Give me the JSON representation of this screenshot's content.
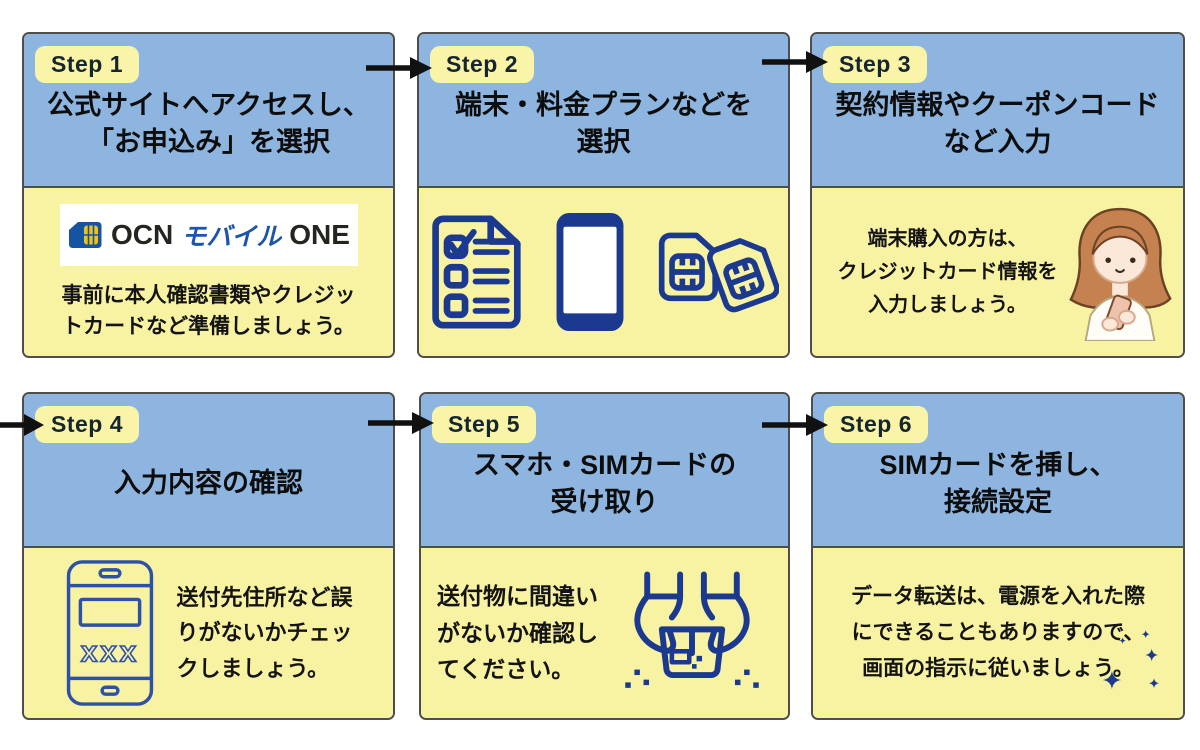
{
  "colors": {
    "header_blue": "#8db5df",
    "panel_yellow": "#f8f2a3",
    "badge_yellow": "#faf4a8",
    "border_gray": "#4e4e4e",
    "icon_navy": "#1b3a8f",
    "phone_outline_blue": "#2e51a8",
    "arrow_black": "#111111",
    "logo_blue": "#1a56ac",
    "logo_dark": "#26241f"
  },
  "steps": [
    {
      "badge": "Step 1",
      "title_lines": [
        "公式サイトへアクセスし、",
        "「お申込み」を選択"
      ],
      "body_lines": [
        "事前に本人確認書類やクレジッ",
        "トカードなど準備しましょう。"
      ],
      "logo": {
        "prefix": "OCN",
        "katakana": "モバイル",
        "suffix": "ONE"
      },
      "icons": [
        "sim-card-logo-icon"
      ]
    },
    {
      "badge": "Step 2",
      "title_lines": [
        "端末・料金プランなどを",
        "選択"
      ],
      "icons": [
        "checklist-icon",
        "smartphone-icon",
        "sim-cards-icon"
      ]
    },
    {
      "badge": "Step 3",
      "title_lines": [
        "契約情報やクーポンコード",
        "など入力"
      ],
      "body_lines": [
        "端末購入の方は、",
        "クレジットカード情報を",
        "入力しましょう。"
      ],
      "icons": [
        "woman-with-phone-illustration"
      ]
    },
    {
      "badge": "Step 4",
      "title_lines": [
        "入力内容の確認"
      ],
      "body_lines": [
        "送付先住所など誤",
        "りがないかチェッ",
        "クしましょう。"
      ],
      "phone_label": "xxx",
      "icons": [
        "smartphone-confirm-icon"
      ]
    },
    {
      "badge": "Step 5",
      "title_lines": [
        "スマホ・SIMカードの",
        "受け取り"
      ],
      "body_lines": [
        "送付物に間違い",
        "がないか確認し",
        "てください。"
      ],
      "icons": [
        "hands-holding-package-icon"
      ]
    },
    {
      "badge": "Step 6",
      "title_lines": [
        "SIMカードを挿し、",
        "接続設定"
      ],
      "body_lines": [
        "データ転送は、電源を入れた際",
        "にできることもありますので、",
        "画面の指示に従いましょう。"
      ],
      "icons": [
        "sparkles-icon"
      ]
    }
  ]
}
